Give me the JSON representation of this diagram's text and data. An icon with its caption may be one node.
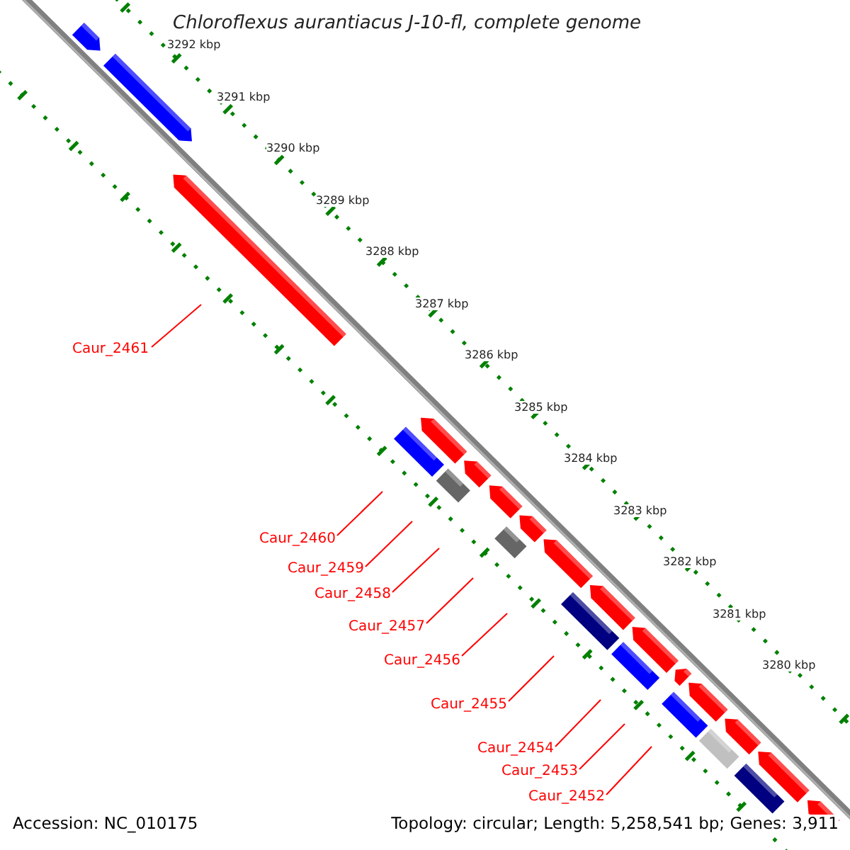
{
  "diagram": {
    "title": "Chloroflexus aurantiacus J-10-fl, complete genome",
    "nodes": [
      {
        "text": [
          "Caur_2461"
        ]
      },
      {
        "text": [
          "Caur_2460"
        ]
      },
      {
        "text": [
          "Caur_2459"
        ]
      },
      {
        "text": [
          "Caur_2458"
        ]
      },
      {
        "text": [
          "Caur_2457"
        ]
      },
      {
        "text": [
          "Caur_2456"
        ]
      },
      {
        "text": [
          "Caur_2455"
        ]
      },
      {
        "text": [
          "Caur_2454"
        ]
      },
      {
        "text": [
          "Caur_2453"
        ]
      },
      {
        "text": [
          "Caur_2452"
        ]
      }
    ],
    "edges": [
      {
        "from": 0,
        "to": null,
        "arrow": "none"
      },
      {
        "from": 1,
        "to": null,
        "arrow": "none"
      },
      {
        "from": 2,
        "to": null,
        "arrow": "none"
      },
      {
        "from": 3,
        "to": null,
        "arrow": "none"
      },
      {
        "from": 4,
        "to": null,
        "arrow": "none"
      },
      {
        "from": 5,
        "to": null,
        "arrow": "none"
      },
      {
        "from": 6,
        "to": null,
        "arrow": "none"
      },
      {
        "from": 7,
        "to": null,
        "arrow": "none"
      },
      {
        "from": 8,
        "to": null,
        "arrow": "none"
      },
      {
        "from": 9,
        "to": null,
        "arrow": "none"
      }
    ],
    "labels": [
      "3292 kbp",
      "3291 kbp",
      "3290 kbp",
      "3289 kbp",
      "3288 kbp",
      "3287 kbp",
      "3286 kbp",
      "3285 kbp",
      "3284 kbp",
      "3283 kbp",
      "3282 kbp",
      "3281 kbp",
      "3280 kbp",
      "Accession: NC_010175",
      "Topology: circular; Length: 5,258,541 bp; Genes: 3,911"
    ]
  }
}
